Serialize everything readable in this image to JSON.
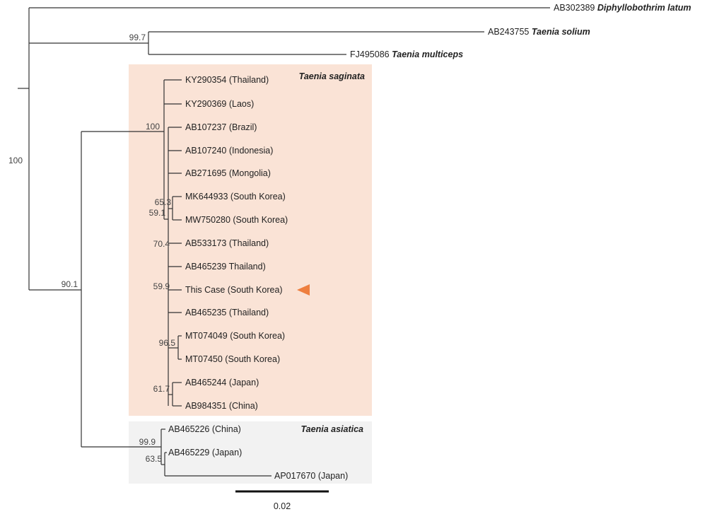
{
  "colors": {
    "saginata_box": "#fae3d6",
    "asiatica_box": "#f2f2f2",
    "marker": "#ee7f3f"
  },
  "groups": {
    "saginata": "Taenia saginata",
    "asiatica": "Taenia asiatica"
  },
  "outgroups": [
    {
      "acc": "AB302389",
      "species": "Diphyllobothrim latum"
    },
    {
      "acc": "AB243755",
      "species": "Taenia solium"
    },
    {
      "acc": "FJ495086",
      "species": "Taenia multiceps"
    }
  ],
  "saginata_taxa": [
    "KY290354 (Thailand)",
    "KY290369 (Laos)",
    "AB107237 (Brazil)",
    "AB107240 (Indonesia)",
    "AB271695 (Mongolia)",
    "MK644933 (South Korea)",
    "MW750280 (South Korea)",
    "AB533173 (Thailand)",
    "AB465239 Thailand)",
    "This Case (South Korea)",
    "AB465235 (Thailand)",
    "MT074049 (South Korea)",
    "MT07450 (South Korea)",
    "AB465244 (Japan)",
    "AB984351 (China)"
  ],
  "asiatica_taxa": [
    "AB465226 (China)",
    "AB465229 (Japan)",
    "AP017670 (Japan)"
  ],
  "bootstrap": {
    "root": "100",
    "solium_multiceps": "99.7",
    "saginata_asiatica": "90.1",
    "saginata": "100",
    "b653": "65.3",
    "b591": "59.1",
    "b704": "70.4",
    "b599": "59.9",
    "b965": "96.5",
    "b617": "61.7",
    "b999": "99.9",
    "b635": "63.5"
  },
  "scale_bar": {
    "label": "0.02"
  },
  "highlight": {
    "taxon": "This Case (South Korea)",
    "marker": "triangle-left"
  }
}
